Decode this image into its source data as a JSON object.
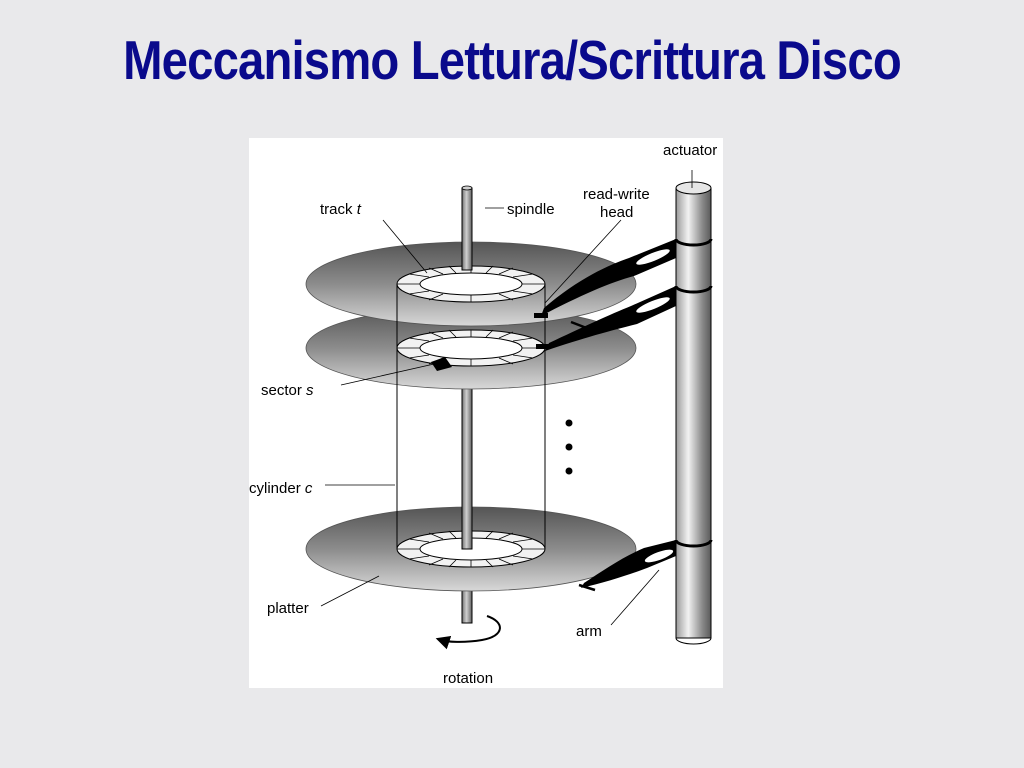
{
  "slide": {
    "title": "Meccanismo Lettura/Scrittura Disco"
  },
  "diagram": {
    "labels": {
      "actuator": "actuator",
      "read_write_line1": "read-write",
      "read_write_line2": "head",
      "track": "track",
      "track_var": "t",
      "spindle": "spindle",
      "sector": "sector",
      "sector_var": "s",
      "cylinder": "cylinder",
      "cylinder_var": "c",
      "platter": "platter",
      "arm": "arm",
      "rotation": "rotation"
    }
  }
}
